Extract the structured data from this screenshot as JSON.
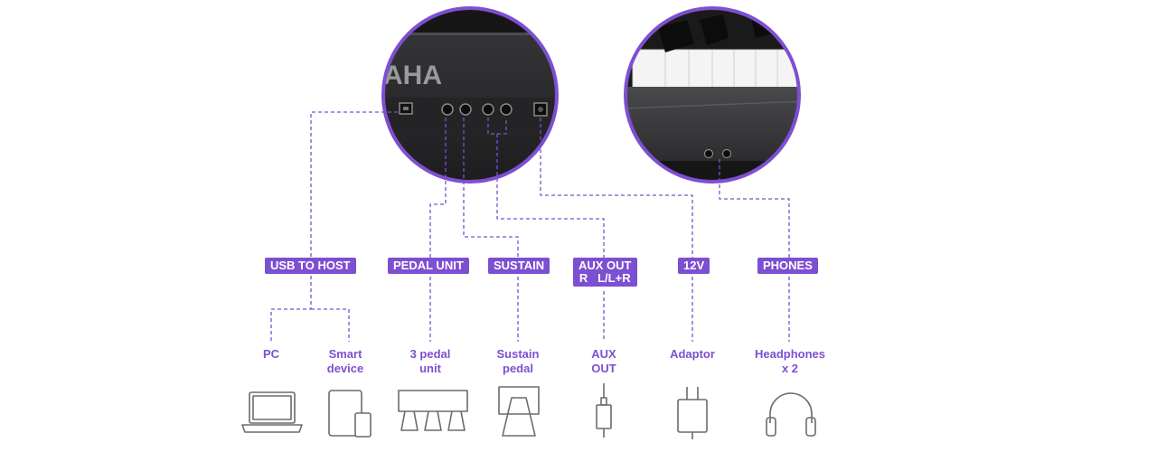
{
  "piano": {
    "brand_text": "AHA"
  },
  "ports": {
    "usb_to_host": "USB TO HOST",
    "pedal_unit": "PEDAL UNIT",
    "sustain": "SUSTAIN",
    "aux_out_line1": "AUX OUT",
    "aux_out_line2": "R   L/L+R",
    "dc_in": "12V",
    "phones": "PHONES"
  },
  "devices": {
    "pc": "PC",
    "smart_device_line1": "Smart",
    "smart_device_line2": "device",
    "pedal_unit_line1": "3 pedal",
    "pedal_unit_line2": "unit",
    "sustain_line1": "Sustain",
    "sustain_line2": "pedal",
    "aux_line1": "AUX",
    "aux_line2": "OUT",
    "adaptor": "Adaptor",
    "headphones_line1": "Headphones",
    "headphones_line2": "x 2"
  },
  "colors": {
    "accent": "#7d4fd1",
    "icon_gray": "#6b6b6b",
    "panel": "#2a2a2c"
  }
}
